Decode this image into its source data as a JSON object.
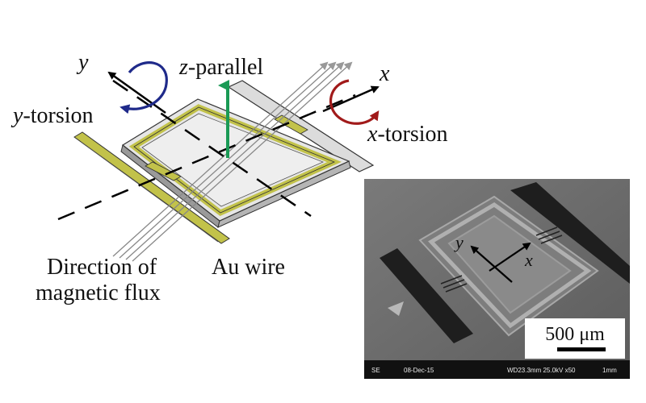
{
  "labels": {
    "y_axis": "y",
    "y_torsion_var": "y",
    "y_torsion_word": "-torsion",
    "z_var": "z",
    "z_word": "-parallel",
    "x_axis": "x",
    "x_torsion_var": "x",
    "x_torsion_word": "-torsion",
    "flux_line1": "Direction of",
    "flux_line2": "magnetic flux",
    "au_wire": "Au wire"
  },
  "sem": {
    "y_label": "y",
    "x_label": "x",
    "scale_bar": "500 μm",
    "footer_mode": "SE",
    "footer_date": "08-Dec-15",
    "footer_params": "WD23.3mm 25.0kV x50",
    "footer_scale": "1mm"
  },
  "colors": {
    "coil": "#c2c24a",
    "plate": "#e6e6e6",
    "y_torsion_arrow": "#1f2a8a",
    "x_torsion_arrow": "#a11a1a",
    "z_arrow": "#1a9a55",
    "sem_bg": "#6e6e6e"
  }
}
